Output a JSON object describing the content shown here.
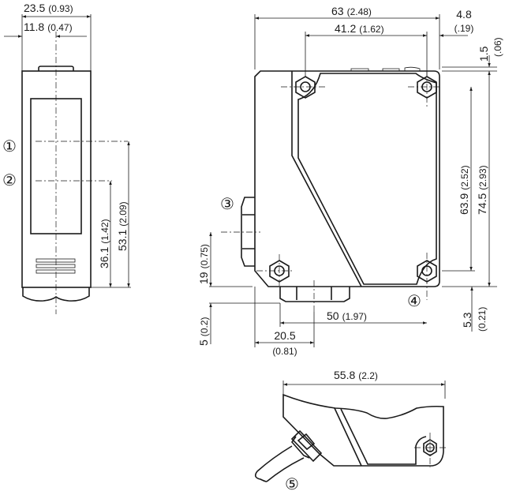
{
  "dimensions": {
    "width_total": {
      "mm": "23.5",
      "in": "(0.93)"
    },
    "width_half": {
      "mm": "11.8",
      "in": "(0.47)"
    },
    "height_36": {
      "mm": "36.1",
      "in": "(1.42)"
    },
    "height_53": {
      "mm": "53.1",
      "in": "(2.09)"
    },
    "length_63": {
      "mm": "63",
      "in": "(2.48)"
    },
    "hole_spacing_41": {
      "mm": "41.2",
      "in": "(1.62)"
    },
    "offset_4_8": {
      "mm": "4.8",
      "in": "(.19)"
    },
    "offset_1_5": {
      "mm": "1.5",
      "in": "(.06)"
    },
    "hole_vertical_63_9": {
      "mm": "63.9",
      "in": "(2.52)"
    },
    "height_74_5": {
      "mm": "74.5",
      "in": "(2.93)"
    },
    "connector_19": {
      "mm": "19",
      "in": "(0.75)"
    },
    "offset_5": {
      "mm": "5",
      "in": "(0.2)"
    },
    "hole_50": {
      "mm": "50",
      "in": "(1.97)"
    },
    "offset_20_5": {
      "mm": "20.5",
      "in": "(0.81)"
    },
    "offset_5_3": {
      "mm": "5.3",
      "in": "(0.21)"
    },
    "cable_55_8": {
      "mm": "55.8",
      "in": "(2.2)"
    }
  },
  "callouts": [
    "①",
    "②",
    "③",
    "④",
    "⑤"
  ]
}
